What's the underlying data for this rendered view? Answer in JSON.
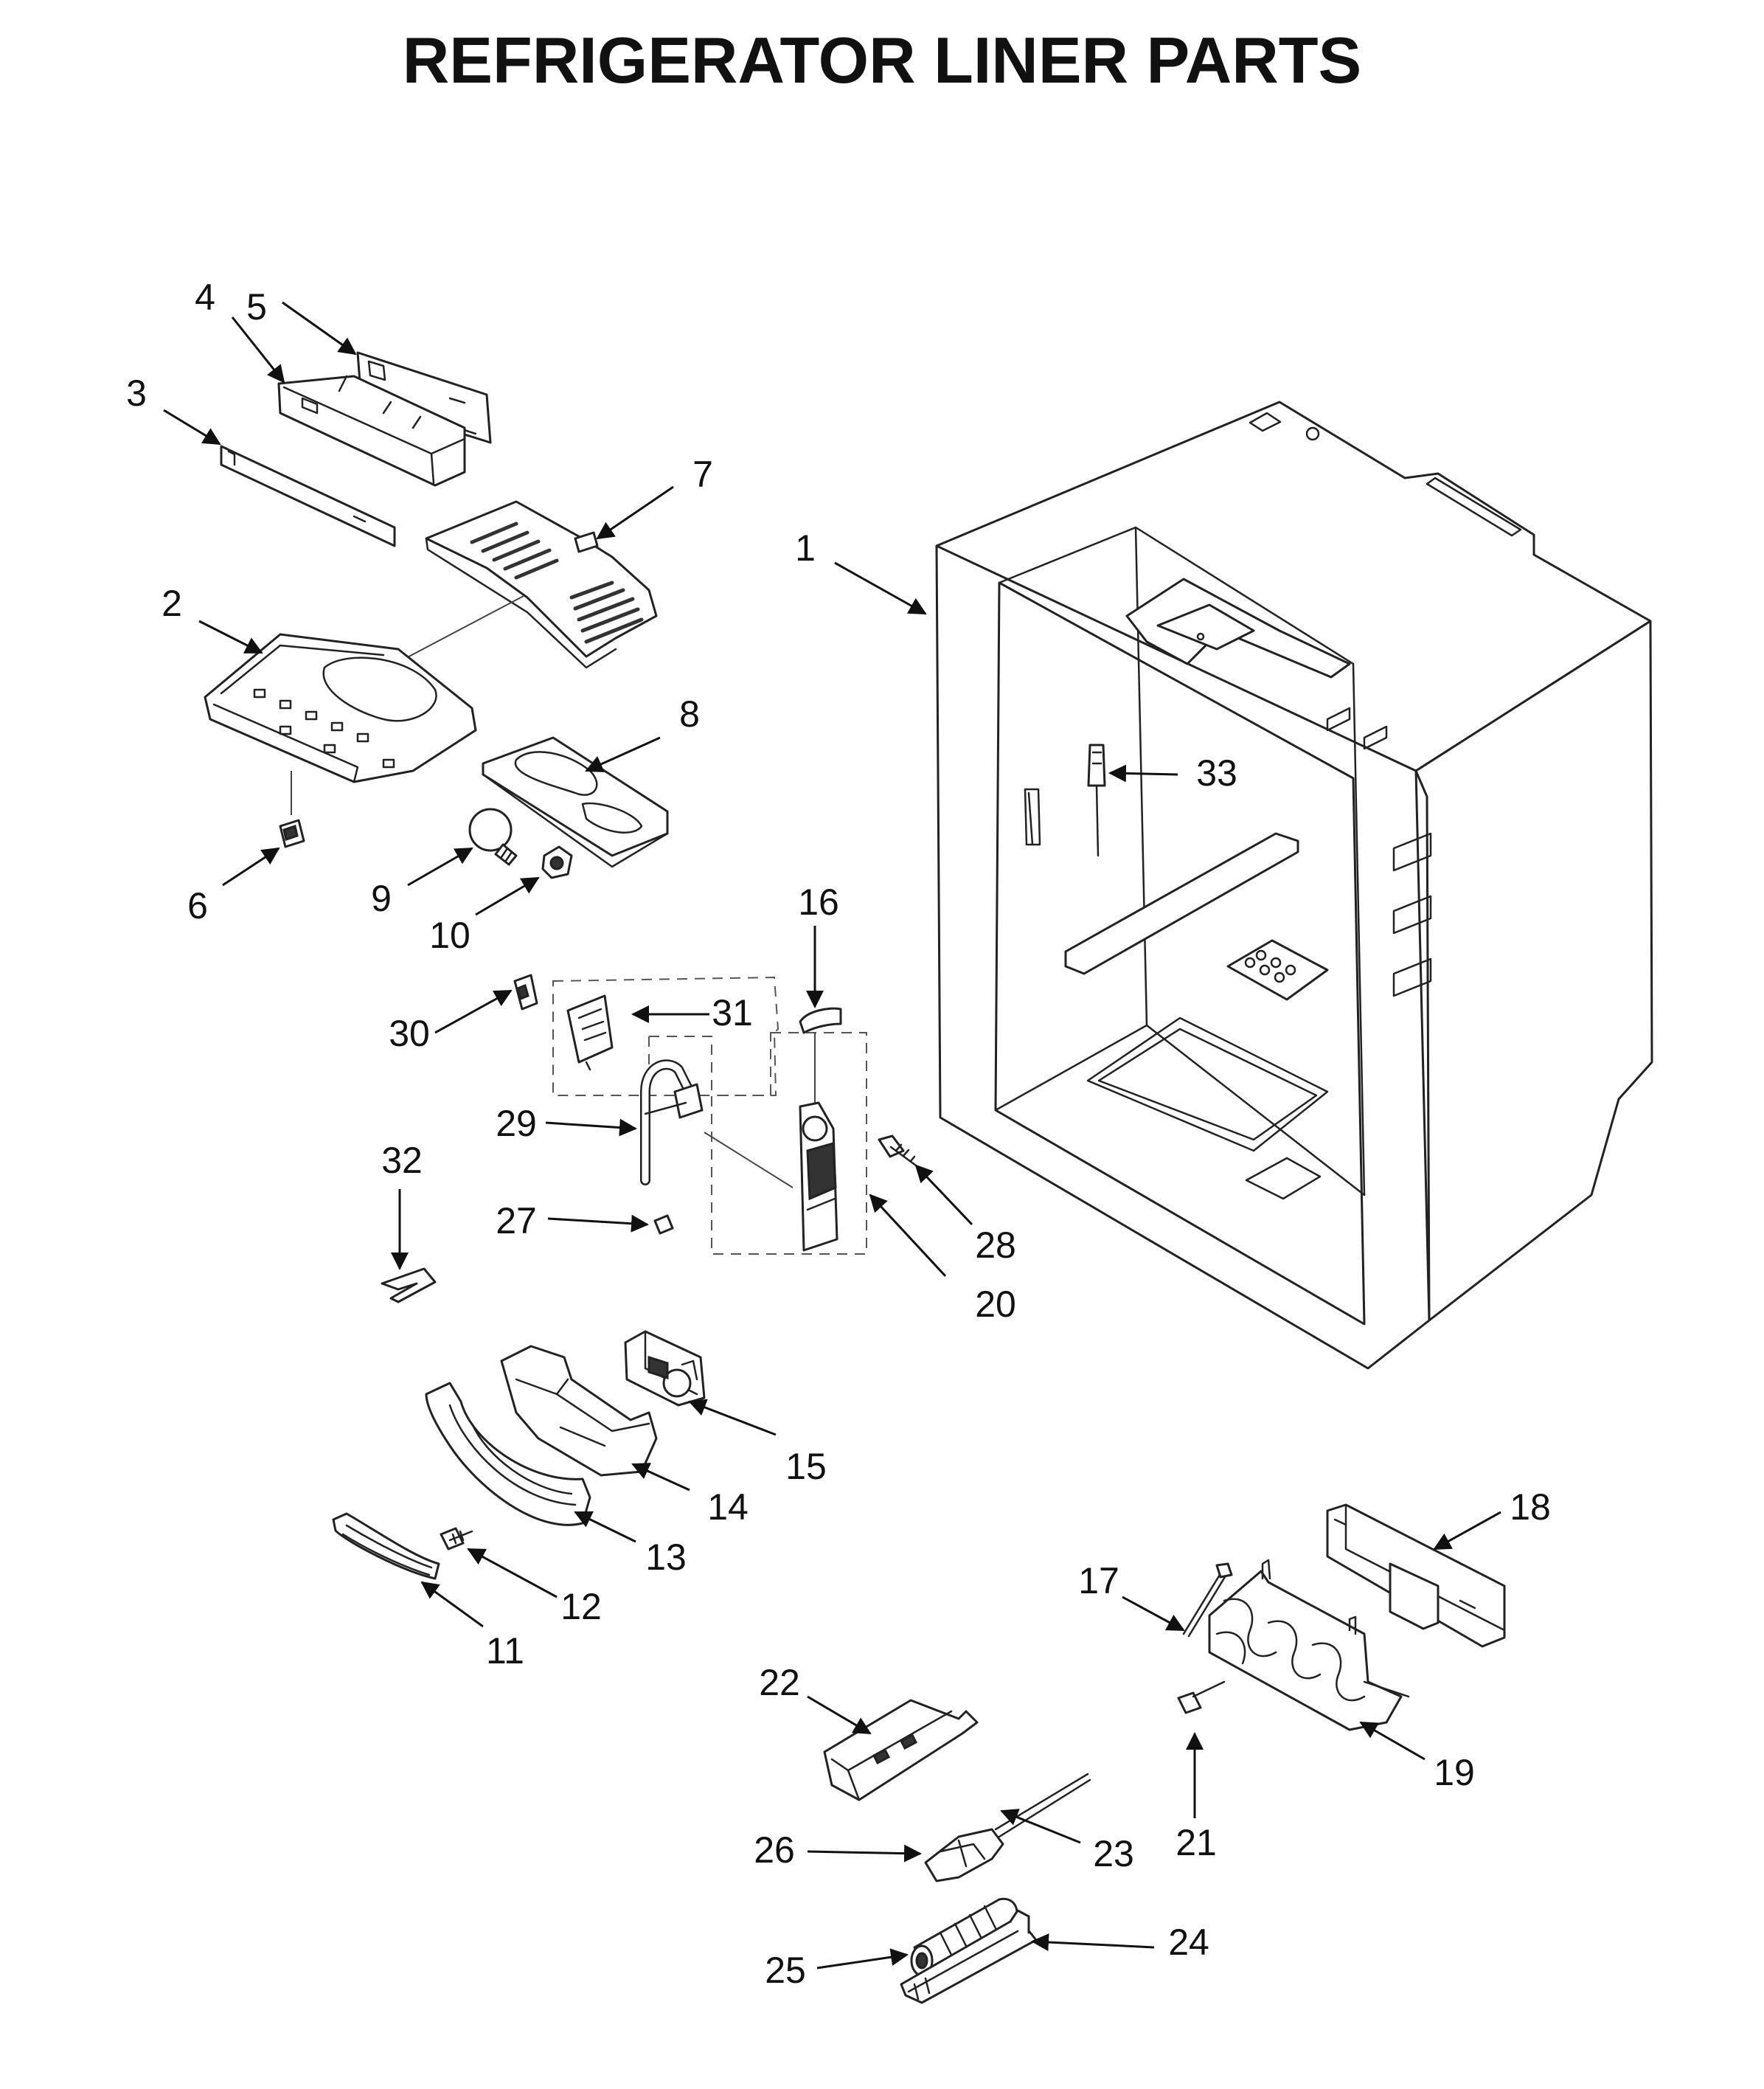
{
  "title": "REFRIGERATOR LINER PARTS",
  "callouts": [
    "1",
    "2",
    "3",
    "4",
    "5",
    "6",
    "7",
    "8",
    "9",
    "10",
    "11",
    "12",
    "13",
    "14",
    "15",
    "16",
    "17",
    "18",
    "19",
    "20",
    "21",
    "22",
    "23",
    "24",
    "25",
    "26",
    "27",
    "28",
    "29",
    "30",
    "31",
    "32",
    "33"
  ],
  "icon": "arrow-callout"
}
